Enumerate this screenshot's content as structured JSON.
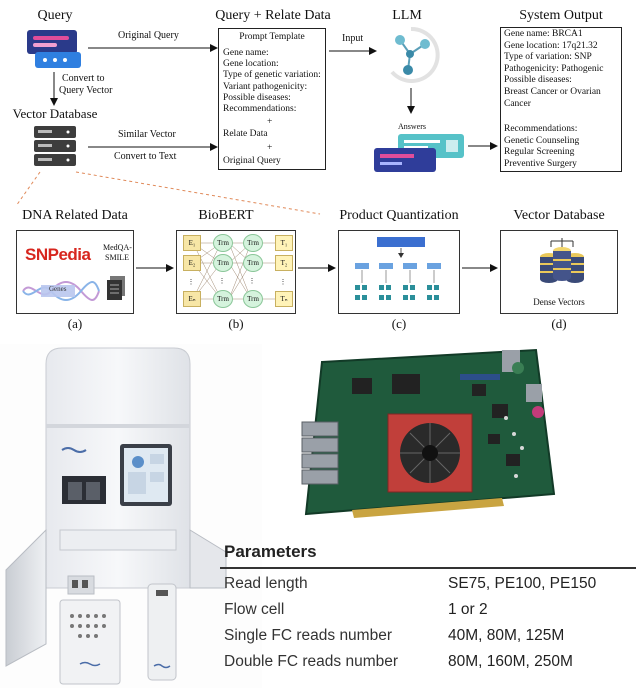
{
  "top": {
    "query_title": "Query",
    "query_relate_title": "Query + Relate Data",
    "llm_title": "LLM",
    "system_output_title": "System Output",
    "vector_db_title": "Vector Database",
    "arrow_original_query": "Original Query",
    "arrow_convert_to": "Convert to",
    "arrow_query_vector": "Query Vector",
    "arrow_similar_vector": "Similar Vector",
    "arrow_convert_to_text": "Convert to Text",
    "arrow_input": "Input",
    "answers_label": "Answers",
    "prompt_template": {
      "heading": "Prompt Template",
      "lines": [
        "Gene name:",
        "Gene location:",
        "Type of genetic variation:",
        "Variant pathogenicity:",
        "Possible diseases:",
        "Recommendations:"
      ],
      "plus1": "+",
      "relate_data": "Relate Data",
      "plus2": "+",
      "original_query": "Original Query"
    },
    "system_output": {
      "lines": [
        "Gene name: BRCA1",
        "Gene location: 17q21.32",
        "Type of variation: SNP",
        "Pathogenicity: Pathogenic",
        "Possible diseases:",
        "Breast  Cancer  or  Ovarian",
        "Cancer"
      ],
      "rec_lines": [
        "Recommendations:",
        "Genetic Counseling",
        "Regular Screening",
        "Preventive Surgery"
      ]
    }
  },
  "pipeline": {
    "stages": [
      {
        "title": "DNA Related Data",
        "caption": "(a)"
      },
      {
        "title": "BioBERT",
        "caption": "(b)"
      },
      {
        "title": "Product Quantization",
        "caption": "(c)"
      },
      {
        "title": "Vector Database",
        "caption": "(d)"
      }
    ],
    "snpedia_logo": "SNPedia",
    "medqa_line1": "MedQA-",
    "medqa_line2": "SMILE",
    "genes_label": "Genes",
    "dense_vectors": "Dense Vectors",
    "biobert": {
      "inputs": [
        "E₁",
        "E₂",
        "⋮",
        "Eₙ"
      ],
      "hidden1": [
        "Trm",
        "Trm",
        "⋮",
        "Trm"
      ],
      "hidden2": [
        "Trm",
        "Trm",
        "⋮",
        "Trm"
      ],
      "outputs": [
        "T₁",
        "T₂",
        "⋮",
        "Tₙ"
      ]
    }
  },
  "parameters": {
    "heading": "Parameters",
    "rows": [
      {
        "key": "Read length",
        "value": "SE75, PE100, PE150"
      },
      {
        "key": "Flow cell",
        "value": "1 or 2"
      },
      {
        "key": "Single FC reads number",
        "value": "40M, 80M, 125M"
      },
      {
        "key": "Double FC reads number",
        "value": "80M, 160M, 250M"
      }
    ]
  },
  "colors": {
    "snpedia_red": "#d7261e",
    "biobert_input": "#f7e6a6",
    "biobert_hidden": "#d5f3dd",
    "biobert_output": "#fff3b8",
    "llm_teal": "#4fa8b8",
    "db_blue": "#3a4a78",
    "db_yellow": "#e9c85a"
  }
}
